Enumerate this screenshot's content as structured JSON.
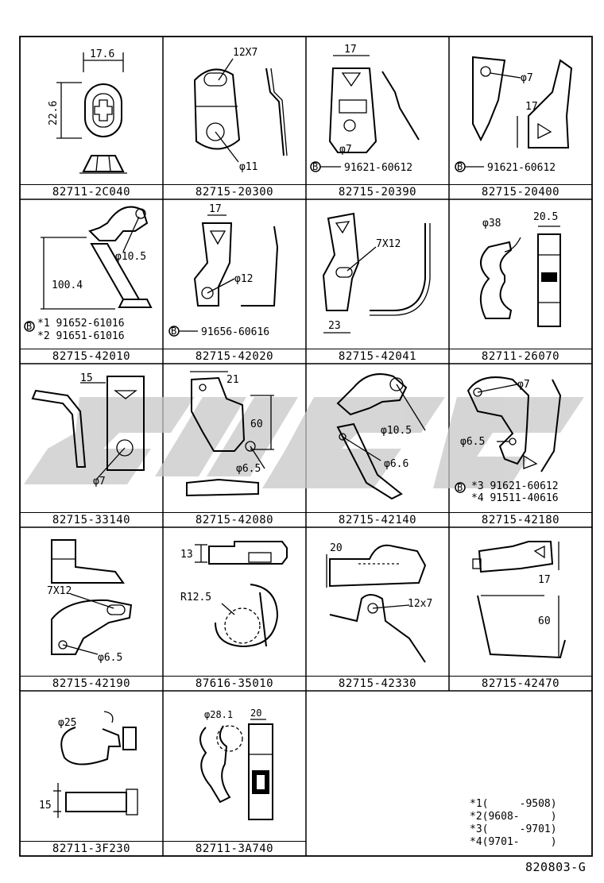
{
  "parts": [
    {
      "part_no": "82711-2C040",
      "dims": [
        "17.6",
        "22.6"
      ]
    },
    {
      "part_no": "82715-20300",
      "dims": [
        "12X7",
        "φ11"
      ]
    },
    {
      "part_no": "82715-20390",
      "dims": [
        "17",
        "φ7"
      ],
      "bolt": "91621-60612"
    },
    {
      "part_no": "82715-20400",
      "dims": [
        "φ7",
        "17"
      ],
      "bolt": "91621-60612"
    },
    {
      "part_no": "82715-42010",
      "dims": [
        "φ10.5",
        "100.4"
      ],
      "bolts": [
        "*1  91652-61016",
        "*2  91651-61016"
      ]
    },
    {
      "part_no": "82715-42020",
      "dims": [
        "17",
        "φ12"
      ],
      "bolt": "91656-60616"
    },
    {
      "part_no": "82715-42041",
      "dims": [
        "7X12",
        "23"
      ]
    },
    {
      "part_no": "82711-26070",
      "dims": [
        "φ38",
        "20.5"
      ]
    },
    {
      "part_no": "82715-33140",
      "dims": [
        "15",
        "φ7"
      ]
    },
    {
      "part_no": "82715-42080",
      "dims": [
        "21",
        "60",
        "φ6.5"
      ]
    },
    {
      "part_no": "82715-42140",
      "dims": [
        "φ10.5",
        "φ6.6"
      ]
    },
    {
      "part_no": "82715-42180",
      "dims": [
        "φ7",
        "φ6.5"
      ],
      "bolts": [
        "*3  91621-60612",
        "*4  91511-40616"
      ]
    },
    {
      "part_no": "82715-42190",
      "dims": [
        "7X12",
        "φ6.5"
      ]
    },
    {
      "part_no": "87616-35010",
      "dims": [
        "13",
        "R12.5"
      ]
    },
    {
      "part_no": "82715-42330",
      "dims": [
        "20",
        "12x7"
      ]
    },
    {
      "part_no": "82715-42470",
      "dims": [
        "17",
        "60"
      ]
    },
    {
      "part_no": "82711-3F230",
      "dims": [
        "φ25",
        "15"
      ]
    },
    {
      "part_no": "82711-3A740",
      "dims": [
        "φ28.1",
        "20"
      ]
    }
  ],
  "bolt_marker": "B",
  "legend": [
    "*1(     -9508)",
    "*2(9608-     )",
    "*3(     -9701)",
    "*4(9701-     )"
  ],
  "drawing_number": "820803-G"
}
